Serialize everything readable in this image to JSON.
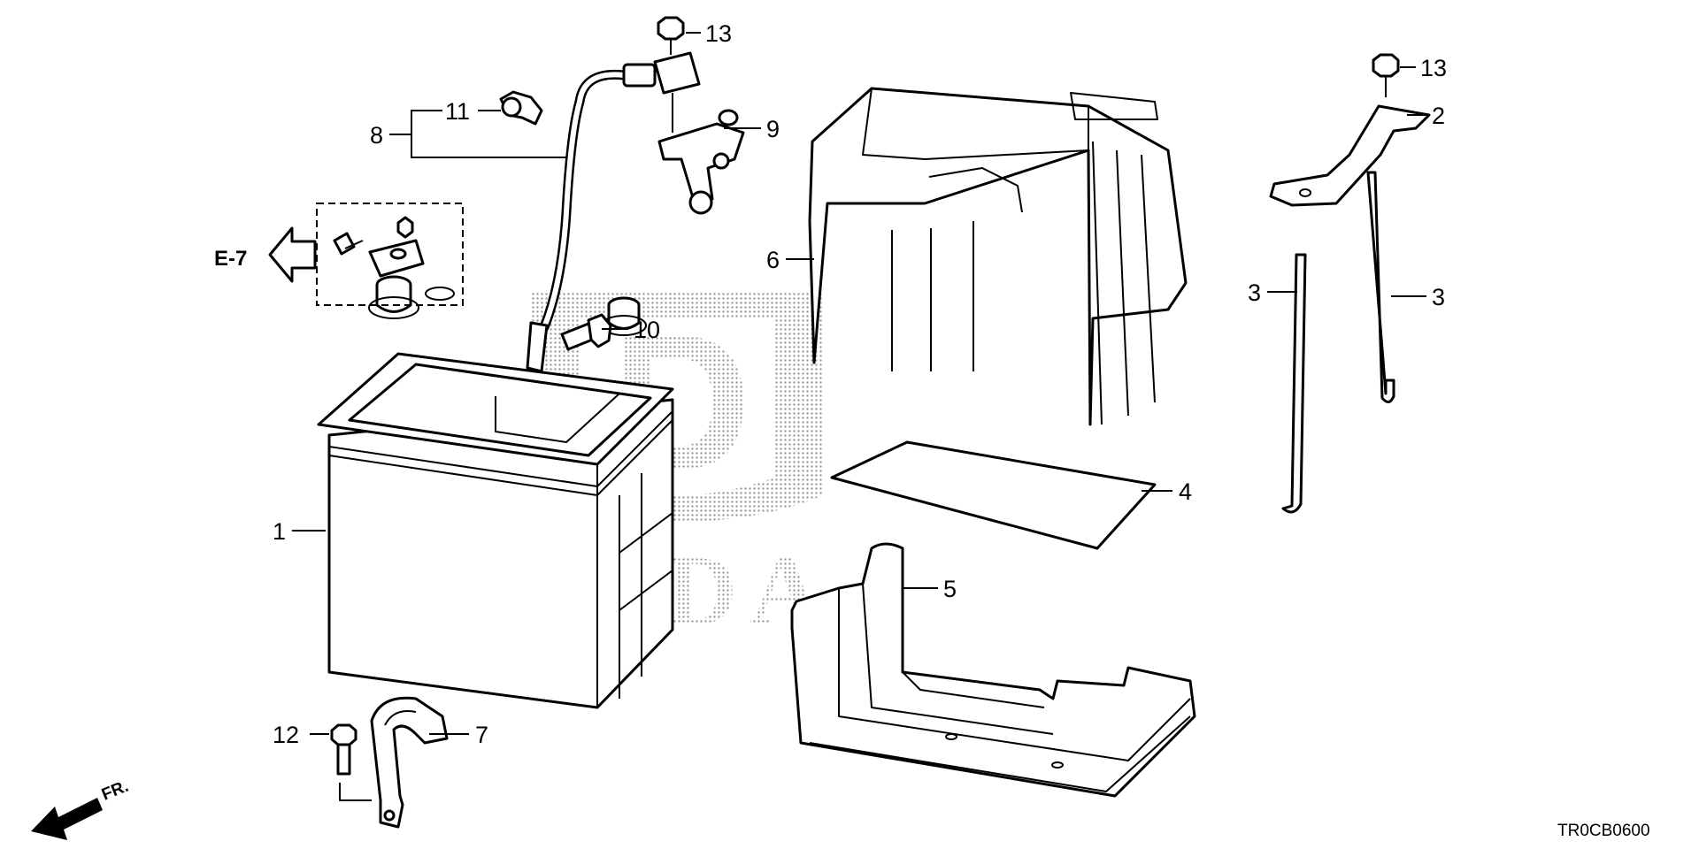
{
  "diagram": {
    "drawing_code": "TR0CB0600",
    "watermark": "HONDA",
    "reference": {
      "label": "E-7"
    },
    "front_indicator": "FR.",
    "callouts": [
      {
        "id": "c1",
        "number": "1"
      },
      {
        "id": "c2",
        "number": "2"
      },
      {
        "id": "c3a",
        "number": "3"
      },
      {
        "id": "c3b",
        "number": "3"
      },
      {
        "id": "c4",
        "number": "4"
      },
      {
        "id": "c5",
        "number": "5"
      },
      {
        "id": "c6",
        "number": "6"
      },
      {
        "id": "c7",
        "number": "7"
      },
      {
        "id": "c8",
        "number": "8"
      },
      {
        "id": "c9",
        "number": "9"
      },
      {
        "id": "c10",
        "number": "10"
      },
      {
        "id": "c11",
        "number": "11"
      },
      {
        "id": "c12",
        "number": "12"
      },
      {
        "id": "c13a",
        "number": "13"
      },
      {
        "id": "c13b",
        "number": "13"
      }
    ]
  }
}
